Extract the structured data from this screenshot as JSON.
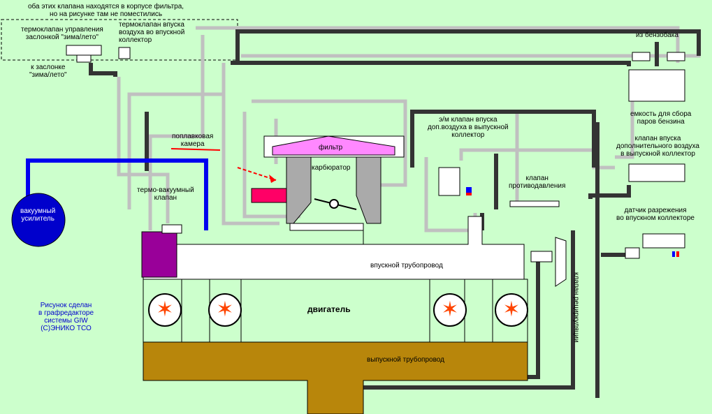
{
  "labels": {
    "note_top": [
      "оба этих клапана находятся в корпусе фильтра,",
      "но на рисунке там не поместились"
    ],
    "thermo_valve_zima": [
      "термоклапан управления",
      "заслонкой \"зима/лето\""
    ],
    "thermo_valve_intake": [
      "термоклапан впуска",
      "воздуха во впускной",
      "коллектор"
    ],
    "to_flap": [
      "к заслонке",
      "\"зима/лето\""
    ],
    "from_tank": "из бензобака",
    "canister": [
      "емкость для сбора",
      "паров бензина"
    ],
    "float_chamber": [
      "поплавковая",
      "камера"
    ],
    "filter": "фильтр",
    "carburetor": "карбюратор",
    "em_valve": [
      "э/м клапан впуска",
      "доп.воздуха в выпускной",
      "коллектор"
    ],
    "extra_air_valve": [
      "клапан впуска",
      "дополнительного воздуха",
      "в выпускной коллектор"
    ],
    "counterpressure_valve": [
      "клапан",
      "противодавления"
    ],
    "vacuum_sensor": [
      "датчик разрежения",
      "во впускном коллекторе"
    ],
    "thermo_vacuum": [
      "термо-вакуумный",
      "клапан"
    ],
    "vacuum_booster": [
      "вакуумный",
      "усилитель"
    ],
    "intake_manifold": "впускной трубопровод",
    "engine": "двигатель",
    "exhaust_manifold": "выпускной трубопровод",
    "egr_valve": "клапан рециркуляции",
    "credit": [
      "Рисунок сделан",
      "в графредакторе",
      "системы GIW",
      "(C)ЭНИКО ТСО"
    ]
  },
  "colors": {
    "background": "#ccffcc",
    "hose_dark": "#333333",
    "hose_light": "#c0c0c0",
    "vacuum_line": "#0000ee",
    "filter_pink": "#ff88ff",
    "float_red": "#ff0066",
    "exhaust": "#b8860b",
    "intake_manifold": "#ffffff",
    "booster": "#0000cc",
    "ignition_star": "#ff4400"
  },
  "icons": [
    "spark-star-icon",
    "spark-star-icon",
    "spark-star-icon",
    "spark-star-icon"
  ]
}
